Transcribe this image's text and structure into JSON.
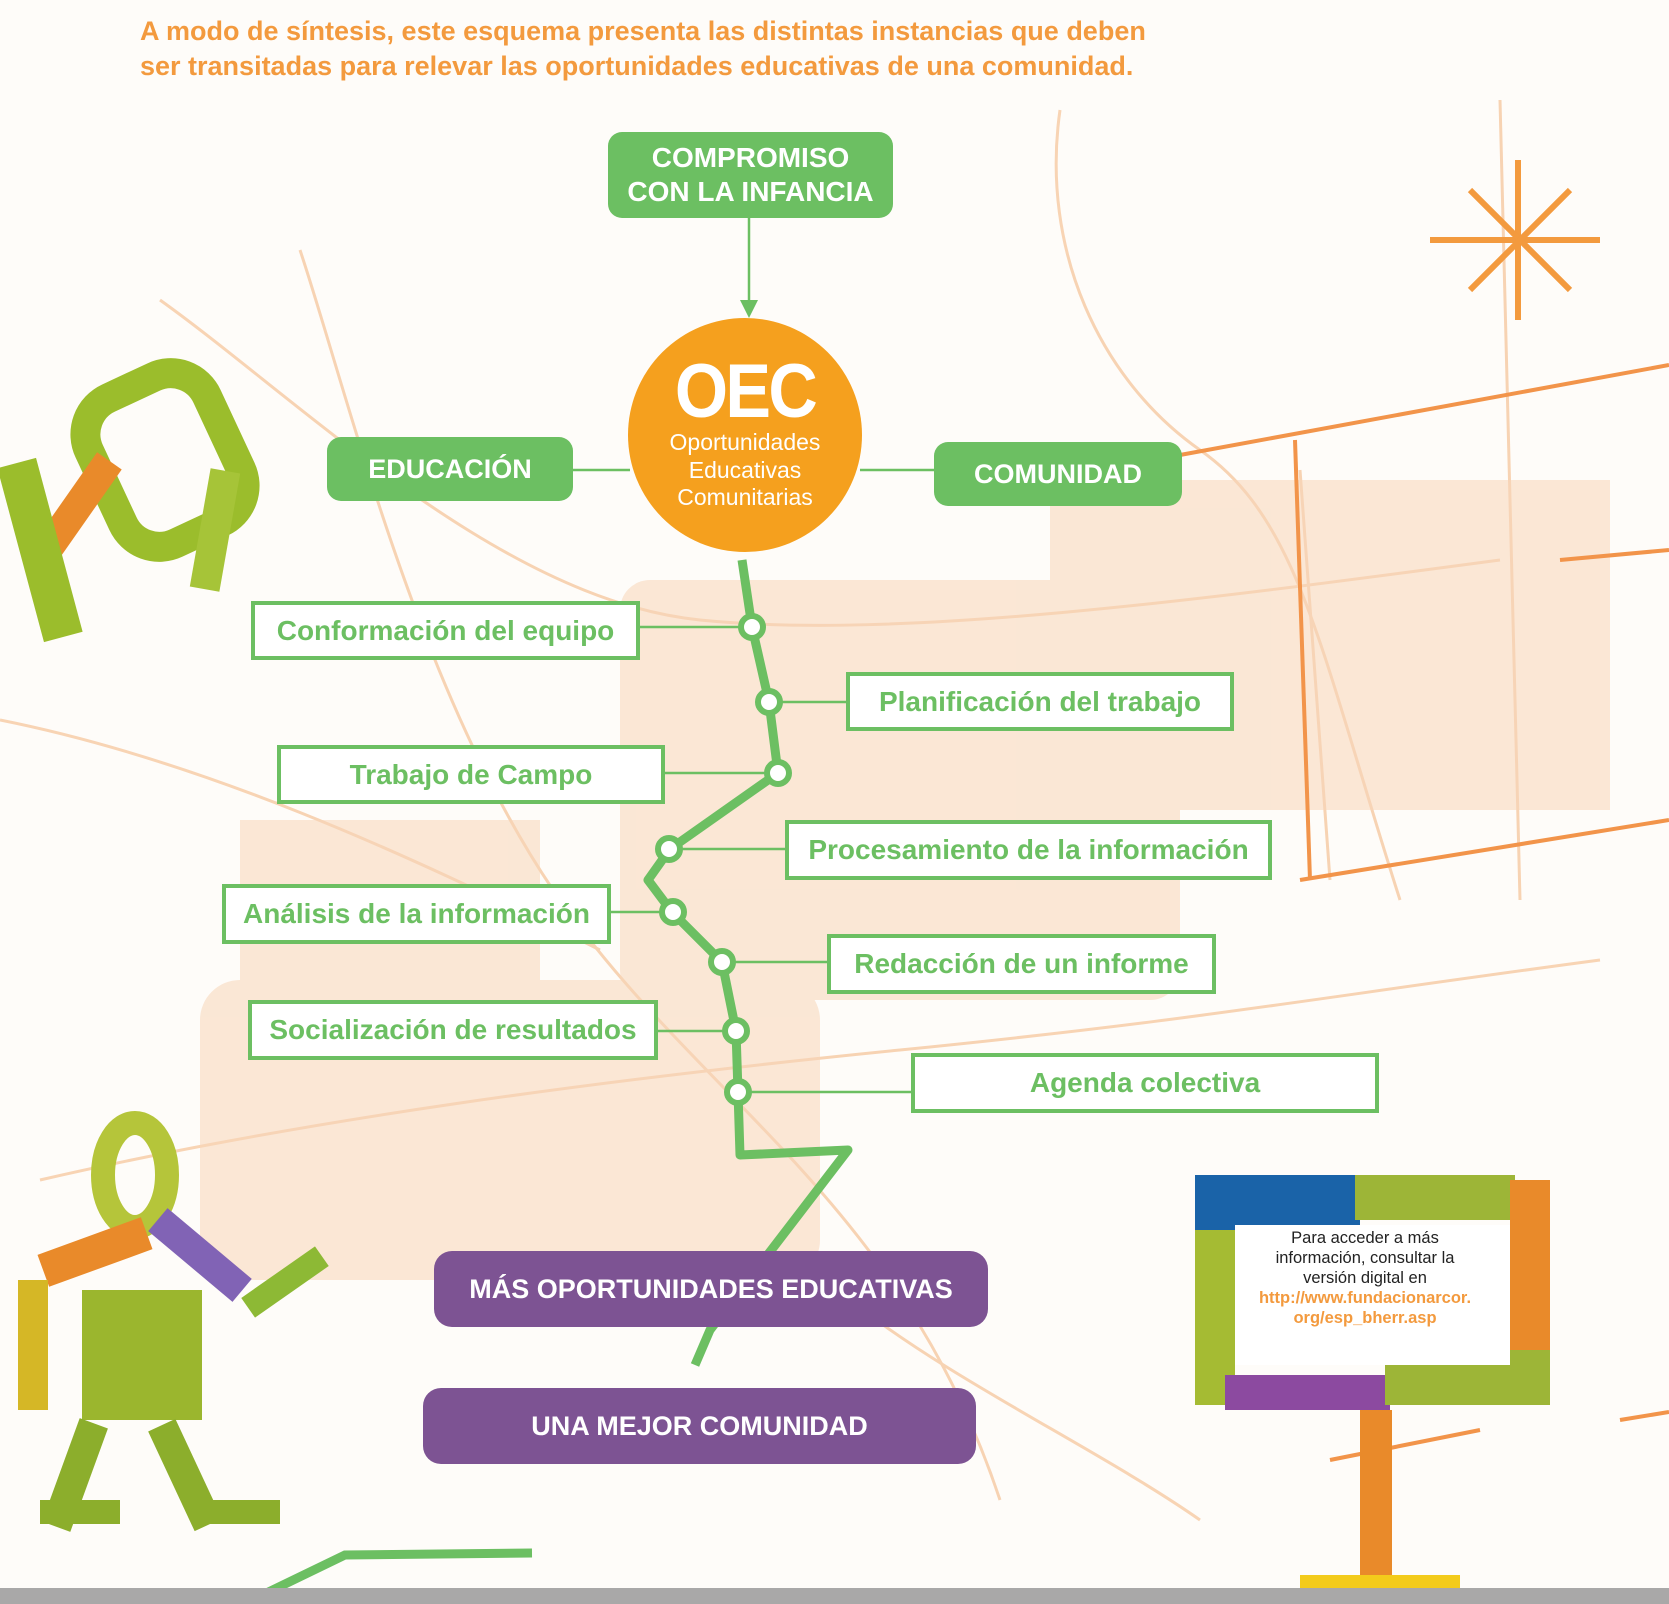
{
  "intro": {
    "line1": "A modo de síntesis, este esquema presenta las distintas instancias que deben",
    "line2": "ser transitadas para relevar las oportunidades educativas de una comunidad."
  },
  "top_box": {
    "line1": "COMPROMISO",
    "line2": "CON LA INFANCIA"
  },
  "center": {
    "acronym": "OEC",
    "line1": "Oportunidades",
    "line2": "Educativas",
    "line3": "Comunitarias"
  },
  "left_box": "EDUCACIÓN",
  "right_box": "COMUNIDAD",
  "steps": [
    "Conformación del equipo",
    "Planificación del trabajo",
    "Trabajo de Campo",
    "Procesamiento de la información",
    "Análisis de la información",
    "Redacción de un informe",
    "Socialización de resultados",
    "Agenda colectiva"
  ],
  "outcomes": [
    "MÁS OPORTUNIDADES EDUCATIVAS",
    "UNA MEJOR COMUNIDAD"
  ],
  "info": {
    "line1": "Para acceder a más",
    "line2": "información, consultar la",
    "line3": "versión digital en",
    "link1": "http://www.fundacionarcor.",
    "link2": "org/esp_bherr.asp"
  },
  "colors": {
    "green": "#6cbf62",
    "orange": "#f5a01e",
    "purple": "#7d5393",
    "intro_orange": "#f39a3e"
  }
}
